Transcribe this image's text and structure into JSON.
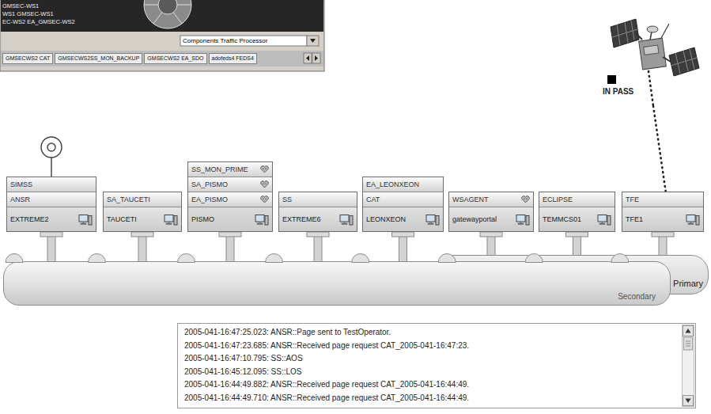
{
  "diagram": {
    "nodes": [
      {
        "text": [
          "EXTREME2"
        ]
      },
      {
        "text": [
          "SIMSS"
        ],
        "in": 0
      },
      {
        "text": [
          "ANSR"
        ],
        "in": 0
      },
      {
        "text": [
          "TAUCETI"
        ]
      },
      {
        "text": [
          "SA_TAUCETI"
        ],
        "in": 3
      },
      {
        "text": [
          "PISMO"
        ]
      },
      {
        "text": [
          "SS_MON_PRIME"
        ],
        "in": 5
      },
      {
        "text": [
          "SA_PISMO"
        ],
        "in": 5
      },
      {
        "text": [
          "EA_PISMO"
        ],
        "in": 5
      },
      {
        "text": [
          "EXTREME6"
        ]
      },
      {
        "text": [
          "SS"
        ],
        "in": 9
      },
      {
        "text": [
          "LEONXEON"
        ]
      },
      {
        "text": [
          "EA_LEONXEON"
        ],
        "in": 11
      },
      {
        "text": [
          "CAT"
        ],
        "in": 11
      },
      {
        "text": [
          "gatewayportal"
        ]
      },
      {
        "text": [
          "WSAGENT"
        ],
        "in": 14
      },
      {
        "text": [
          "TEMMCS01"
        ]
      },
      {
        "text": [
          "ECLIPSE"
        ],
        "in": 16
      },
      {
        "text": [
          "TFE1"
        ]
      },
      {
        "text": [
          "TFE"
        ],
        "in": 18
      },
      {
        "text": [
          "Primary"
        ]
      },
      {
        "text": [
          "Secondary"
        ]
      },
      {
        "text": [
          "IN PASS"
        ]
      },
      {
        "text": [
          "2005-041-16:47:25.023: ANSR::Page sent to TestOperator.",
          "2005-041-16:47:23.685: ANSR::Received page request CAT_2005-041-16:47:23.",
          "2005-041-16:47:10.795: SS::AOS",
          "2005-041-16:45:12.095: SS::LOS",
          "2005-041-16:44:49.882: ANSR::Received page request CAT_2005-041-16:44:49.",
          "2005-041-16:44:49.710: ANSR::Received page request CAT_2005-041-16:44:49."
        ]
      }
    ],
    "edges": [
      {
        "from": 0,
        "to": 21,
        "arrow": "none"
      },
      {
        "from": 3,
        "to": 21,
        "arrow": "none"
      },
      {
        "from": 5,
        "to": 21,
        "arrow": "none"
      },
      {
        "from": 9,
        "to": 21,
        "arrow": "none"
      },
      {
        "from": 11,
        "to": 21,
        "arrow": "none"
      },
      {
        "from": 14,
        "to": 21,
        "arrow": "none"
      },
      {
        "from": 16,
        "to": 21,
        "arrow": "none"
      },
      {
        "from": 18,
        "to": 21,
        "arrow": "none"
      },
      {
        "from": 22,
        "to": 19,
        "arrow": "none"
      }
    ],
    "labels": [
      "GMSEC-WS1",
      "WS1 GMSEC-WS1",
      "EC-WS2 EA_GMSEC-WS2",
      "Components Traffic Processor",
      "GMSECWS2 CAT",
      "GMSECWS2SS_MON_BACKUP",
      "GMSECWS2 EA_SDO",
      "adofeds4 FEDS4"
    ]
  }
}
